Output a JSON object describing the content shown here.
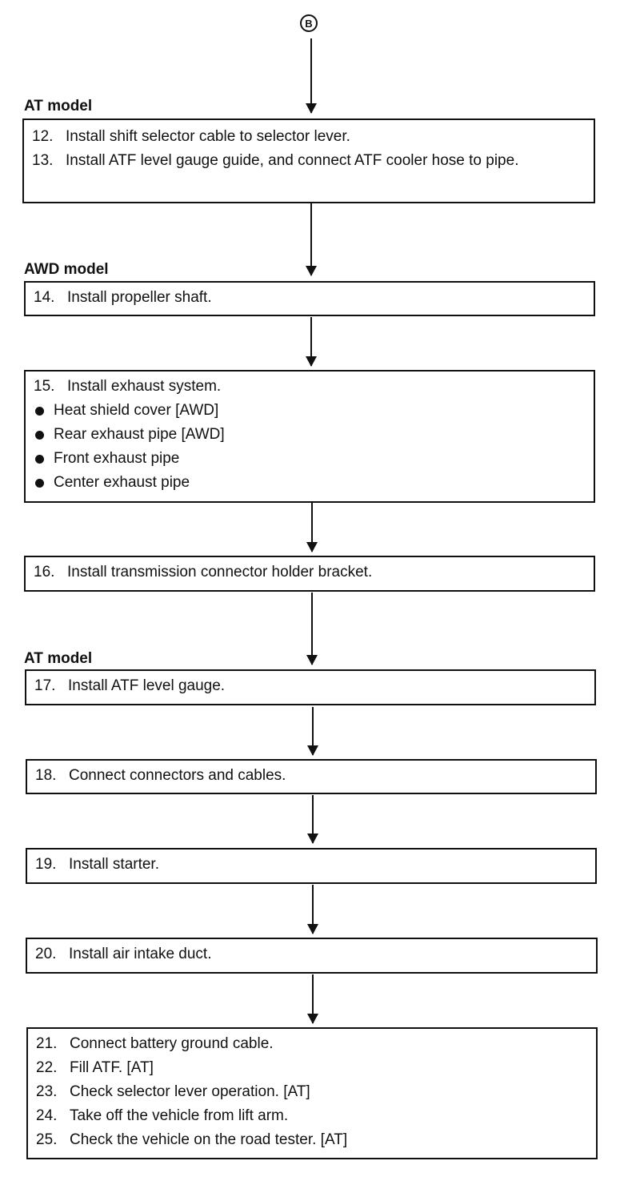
{
  "connector_top": "B",
  "sections": {
    "at1": "AT model",
    "awd": "AWD model",
    "at2": "AT model"
  },
  "steps": {
    "s12": {
      "num": "12.",
      "text": "Install shift selector cable to selector lever."
    },
    "s13": {
      "num": "13.",
      "text": "Install ATF level gauge guide, and connect ATF cooler hose to pipe."
    },
    "s14": {
      "num": "14.",
      "text": "Install propeller shaft."
    },
    "s15": {
      "num": "15.",
      "text": "Install exhaust system."
    },
    "s16": {
      "num": "16.",
      "text": "Install transmission connector holder bracket."
    },
    "s17": {
      "num": "17.",
      "text": "Install ATF level gauge."
    },
    "s18": {
      "num": "18.",
      "text": "Connect connectors and cables."
    },
    "s19": {
      "num": "19.",
      "text": "Install starter."
    },
    "s20": {
      "num": "20.",
      "text": "Install air intake duct."
    },
    "s21": {
      "num": "21.",
      "text": "Connect battery ground cable."
    },
    "s22": {
      "num": "22.",
      "text": "Fill ATF. [AT]"
    },
    "s23": {
      "num": "23.",
      "text": "Check selector lever operation. [AT]"
    },
    "s24": {
      "num": "24.",
      "text": "Take off the vehicle from lift arm."
    },
    "s25": {
      "num": "25.",
      "text": "Check the vehicle on the road tester. [AT]"
    }
  },
  "exhaust_items": [
    "Heat shield cover [AWD]",
    "Rear exhaust pipe [AWD]",
    "Front exhaust pipe",
    "Center exhaust pipe"
  ]
}
